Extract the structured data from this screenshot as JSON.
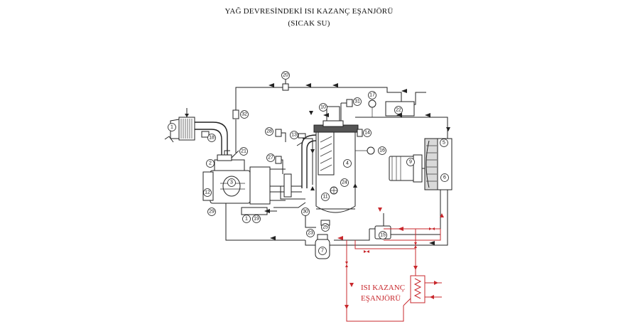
{
  "title": {
    "line1": "YAĞ DEVRESİNDEKİ ISI KAZANÇ EŞANJÖRÜ",
    "line2": "(SICAK SU)"
  },
  "heat_exchanger": {
    "label_line1": "ISI KAZANÇ",
    "label_line2": "EŞANJÖRÜ"
  },
  "callouts": [
    {
      "id": "c1",
      "text": "1"
    },
    {
      "id": "c2",
      "text": "2"
    },
    {
      "id": "c3",
      "text": "3"
    },
    {
      "id": "c4",
      "text": "4"
    },
    {
      "id": "c5",
      "text": "5"
    },
    {
      "id": "c6",
      "text": "6"
    },
    {
      "id": "c7",
      "text": "7"
    },
    {
      "id": "c9",
      "text": "9"
    },
    {
      "id": "c10",
      "text": "10"
    },
    {
      "id": "c11",
      "text": "11"
    },
    {
      "id": "c12",
      "text": "12"
    },
    {
      "id": "c13",
      "text": "13"
    },
    {
      "id": "c14",
      "text": "14"
    },
    {
      "id": "c15",
      "text": "15"
    },
    {
      "id": "c16",
      "text": "16"
    },
    {
      "id": "c17",
      "text": "17"
    },
    {
      "id": "c18",
      "text": "18"
    },
    {
      "id": "c19",
      "text": "19"
    },
    {
      "id": "c20",
      "text": "20"
    },
    {
      "id": "c21",
      "text": "21"
    },
    {
      "id": "c22",
      "text": "22"
    },
    {
      "id": "c23",
      "text": "23"
    },
    {
      "id": "c24",
      "text": "24"
    },
    {
      "id": "c25",
      "text": "25"
    },
    {
      "id": "c26",
      "text": "26"
    },
    {
      "id": "c27",
      "text": "27"
    },
    {
      "id": "c28",
      "text": "28"
    },
    {
      "id": "c29",
      "text": "29"
    },
    {
      "id": "c30",
      "text": "30"
    },
    {
      "id": "c31",
      "text": "31"
    },
    {
      "id": "c32",
      "text": "32"
    },
    {
      "id": "c1b",
      "text": "1"
    },
    {
      "id": "c16b",
      "text": "16"
    },
    {
      "id": "c17b",
      "text": "17"
    },
    {
      "id": "c19b",
      "text": "19"
    }
  ]
}
